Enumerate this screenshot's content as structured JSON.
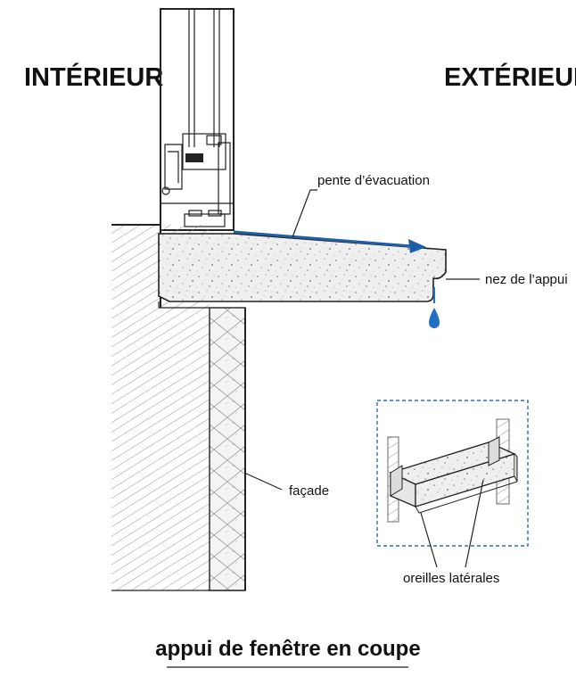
{
  "labels": {
    "interior": "INTÉRIEUR",
    "exterior": "EXTÉRIEUR",
    "slope": "pente d’évacuation",
    "nose": "nez de l’appui",
    "facade": "façade",
    "side_ears": "oreilles latérales"
  },
  "caption": "appui de fenêtre en coupe",
  "colors": {
    "arrow": "#1f5fa8",
    "drop": "#1f6fc4",
    "inset_border": "#2d6fb5",
    "concrete": "#eeeeee",
    "ink": "#222222"
  },
  "icons": {
    "arrow": "slope-arrow-icon",
    "drop": "water-drop-icon"
  }
}
